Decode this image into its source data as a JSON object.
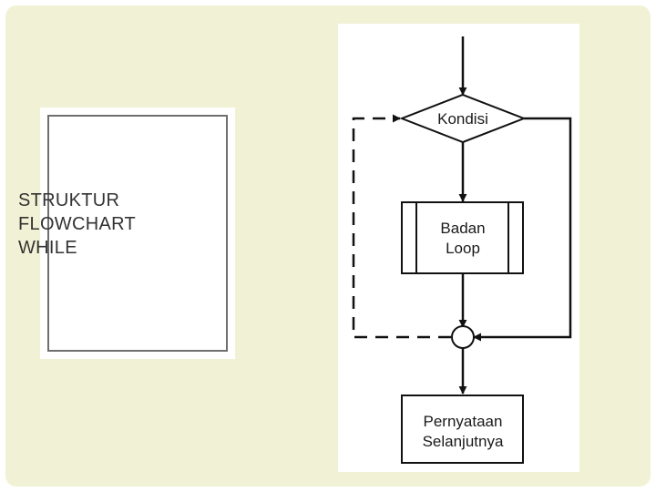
{
  "slide": {
    "title_lines": [
      "STRUKTUR",
      "FLOWCHART",
      "WHILE"
    ]
  },
  "flowchart": {
    "condition_label": "Kondisi",
    "body_label_lines": [
      "Badan",
      "Loop"
    ],
    "next_label_lines": [
      "Pernyataan",
      "Selanjutnya"
    ]
  }
}
